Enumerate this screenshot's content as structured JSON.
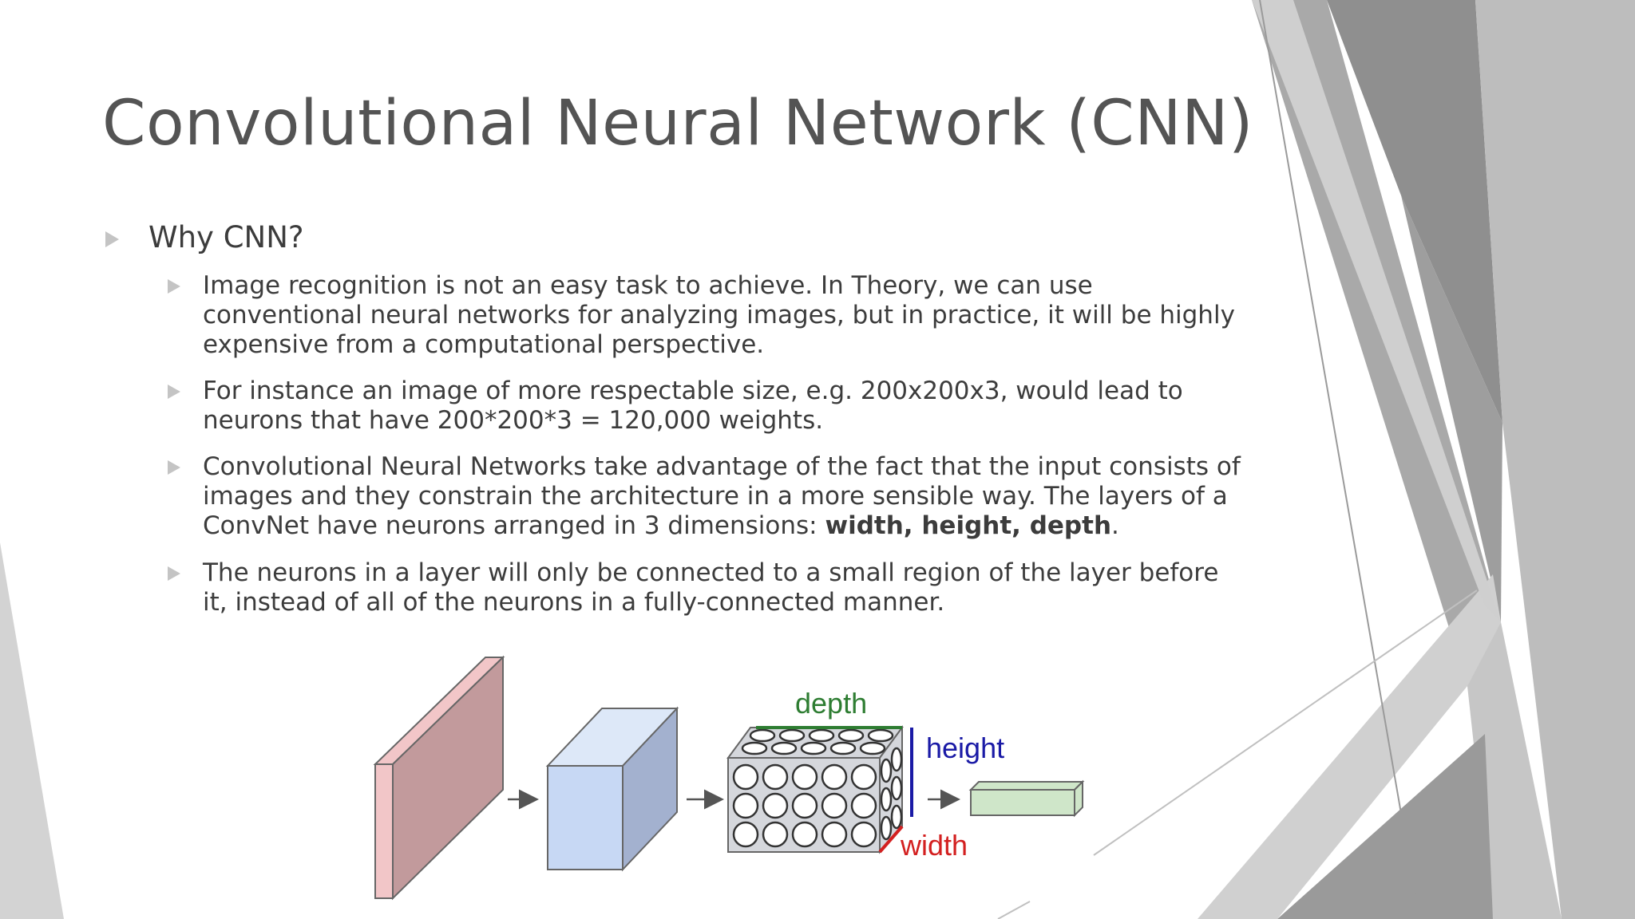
{
  "slide": {
    "title": "Convolutional Neural Network (CNN)",
    "bullet": "Why CNN?",
    "sub_bullets": [
      {
        "text": "Image recognition is not an easy task to achieve. In Theory, we can use conventional neural networks for analyzing images, but in practice, it will be highly expensive from a computational perspective."
      },
      {
        "text": "For instance an image of more respectable size, e.g. 200x200x3, would lead to neurons that have 200*200*3 = 120,000 weights."
      },
      {
        "text_before": "Convolutional Neural Networks take advantage of the fact that the input consists of images and they constrain the architecture in a more sensible way. The layers of a ConvNet have neurons arranged in 3 dimensions: ",
        "bold": "width, height, depth",
        "text_after": "."
      },
      {
        "text": "The neurons in a layer will only be connected to a small region of the layer before it, instead of all of the neurons in a fully-connected manner."
      }
    ]
  },
  "diagram": {
    "labels": {
      "depth": "depth",
      "height": "height",
      "width": "width"
    },
    "colors": {
      "input_front": "#c29a9c",
      "input_side": "#f2c6c8",
      "cube_front": "#c7d8f4",
      "cube_side": "#a3b1cf",
      "cube_top": "#dde8f8",
      "conv_body": "#d5d7dc",
      "output": "#cfe6c9",
      "depth": "#2e7d32",
      "height": "#1a1aa6",
      "width": "#d32020"
    }
  }
}
